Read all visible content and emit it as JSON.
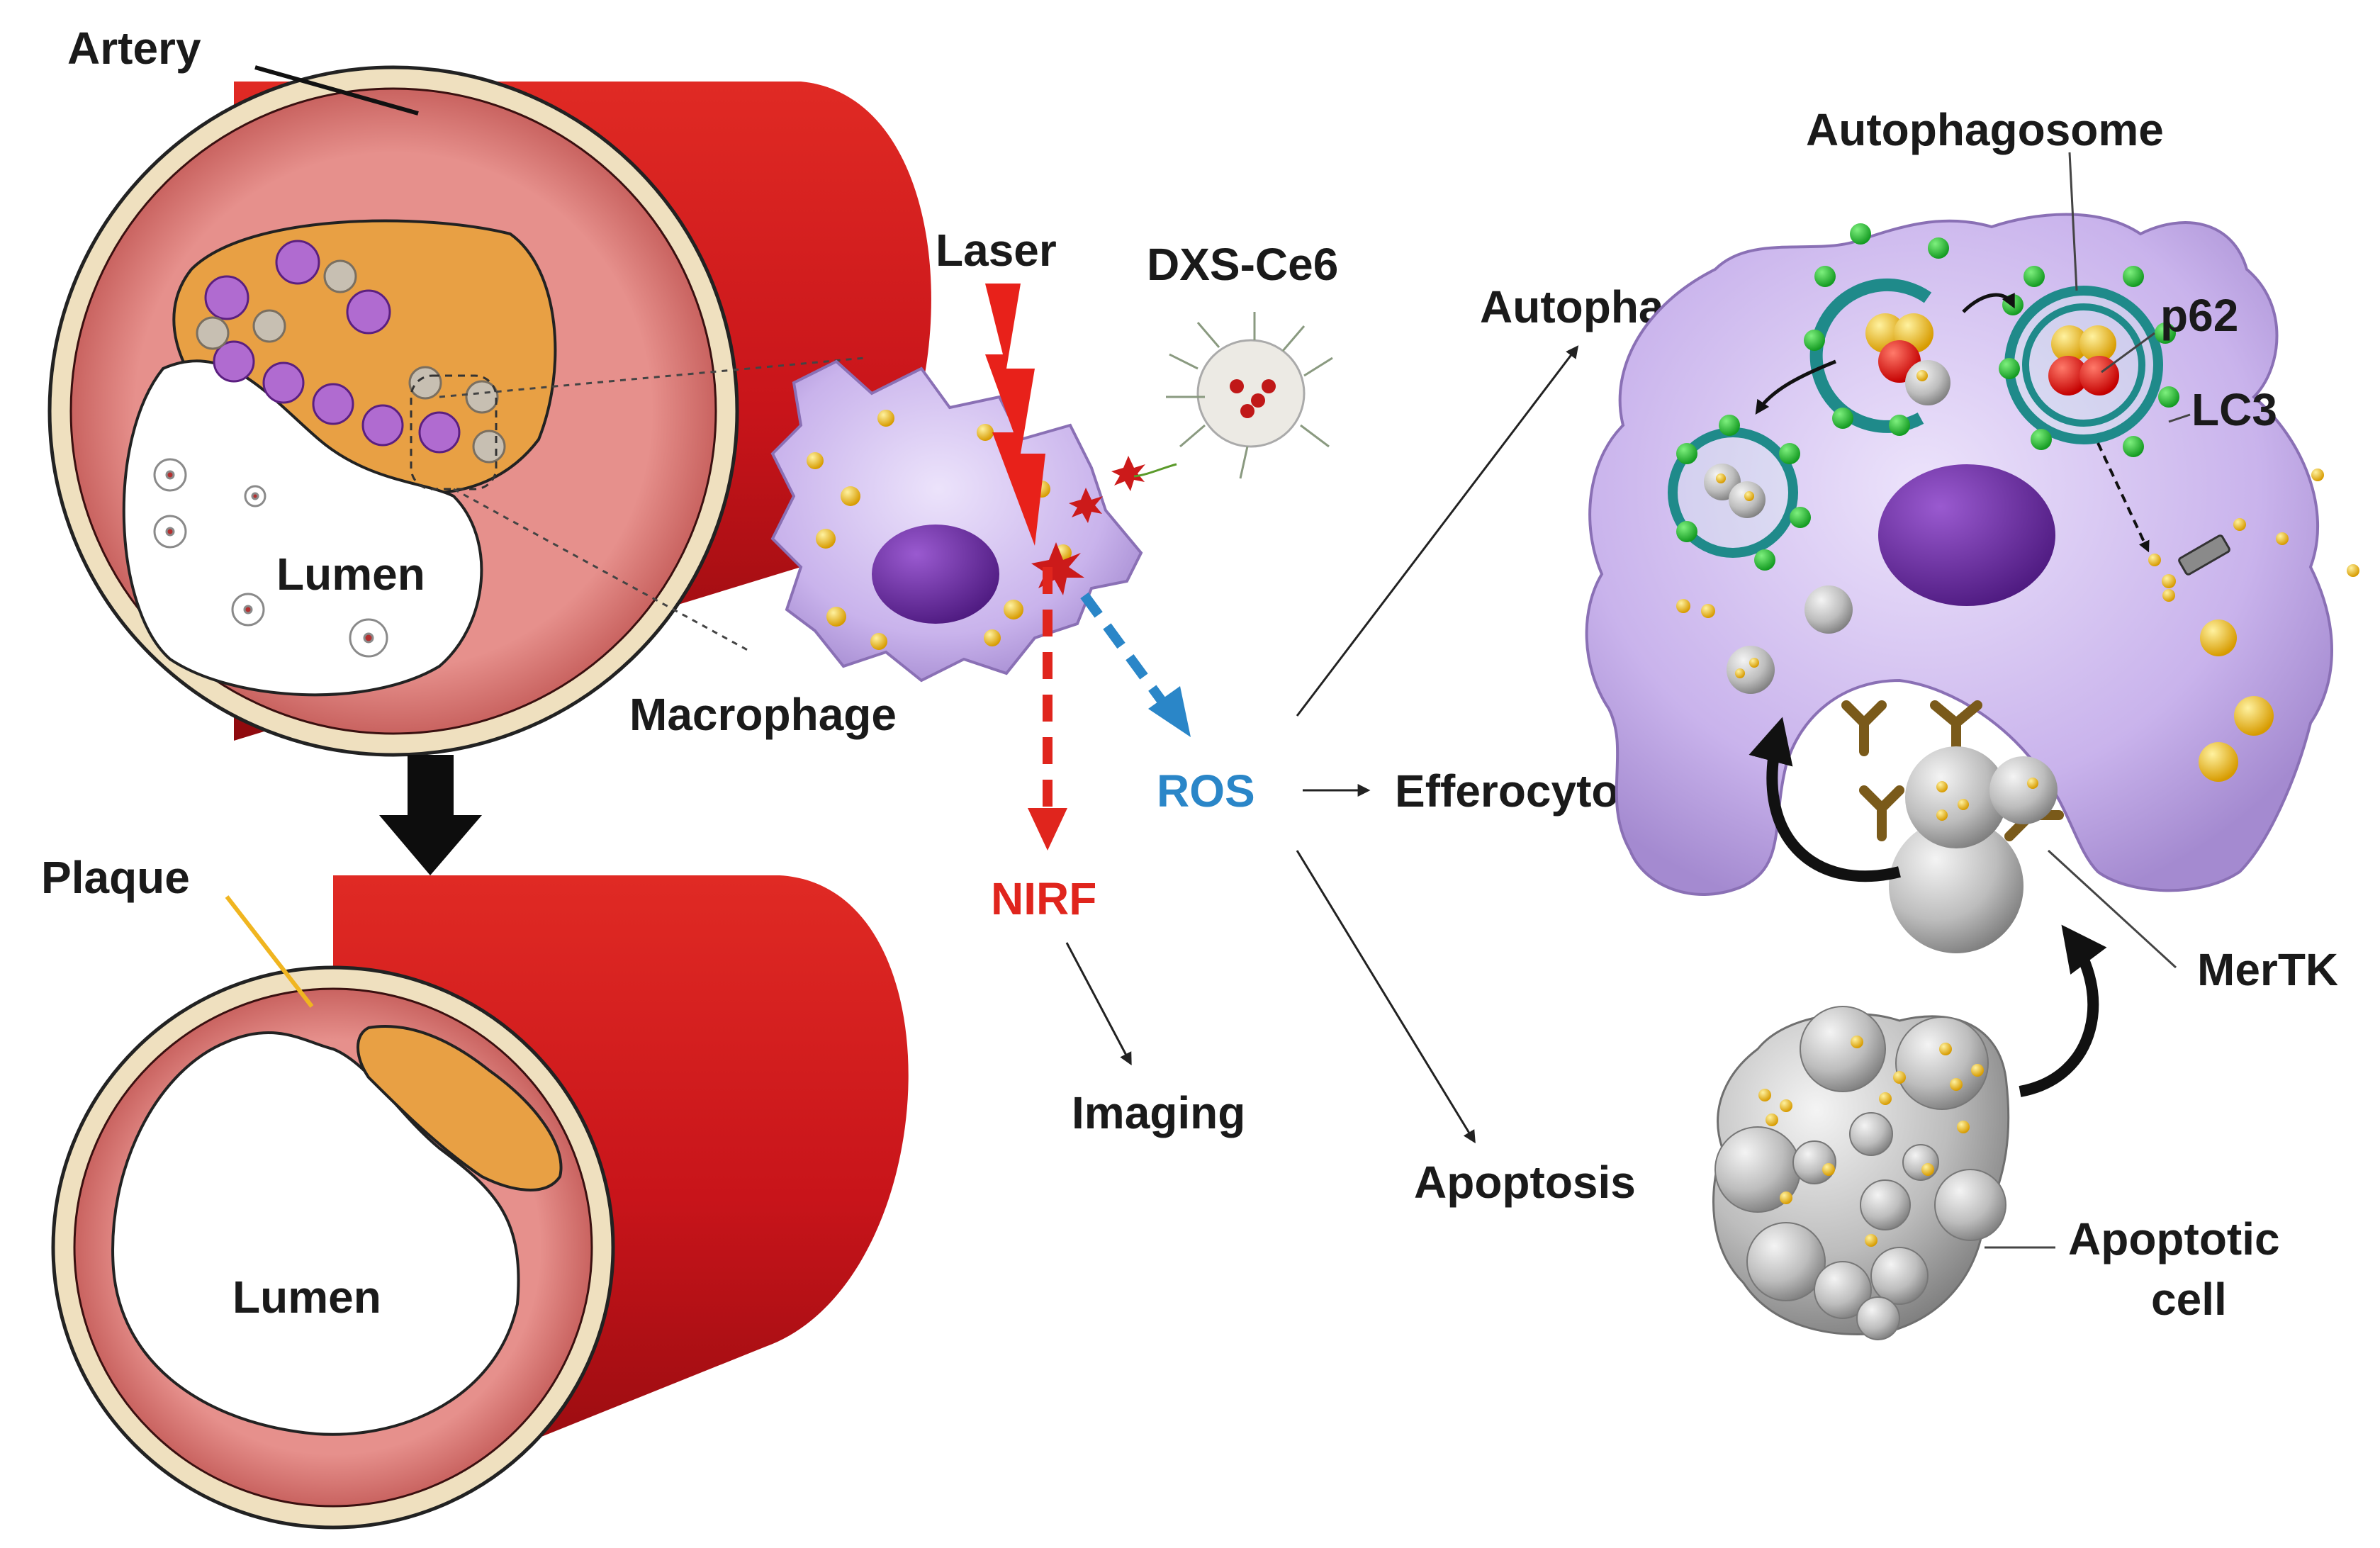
{
  "labels": {
    "artery": "Artery",
    "lumen_top": "Lumen",
    "plaque": "Plaque",
    "lumen_bottom": "Lumen",
    "laser": "Laser",
    "dxs_ce6": "DXS-Ce6",
    "macrophage": "Macrophage",
    "nirf": "NIRF",
    "imaging": "Imaging",
    "ros": "ROS",
    "autophagy": "Autophagy",
    "efferocytosis": "Efferocytosis",
    "apoptosis": "Apoptosis",
    "autophagosome": "Autophagosome",
    "p62": "p62",
    "lc3": "LC3",
    "mertk": "MerTK",
    "apoptotic_line1": "Apoptotic",
    "apoptotic_line2": "cell"
  },
  "colors": {
    "artery_red": "#c8141a",
    "vessel_wall": "#d97a78",
    "plaque_orange": "#e8a044",
    "macrophage_lilac": "#c9b3ec",
    "nucleus_purple": "#6a2ba0",
    "ros_blue": "#2a86c8",
    "nirf_red": "#e0251d",
    "lc3_green": "#22bb33",
    "autophagosome_teal": "#1f8a8a",
    "lipid_yellow": "#f2c21a",
    "apoptotic_gray": "#b7b7b7"
  }
}
